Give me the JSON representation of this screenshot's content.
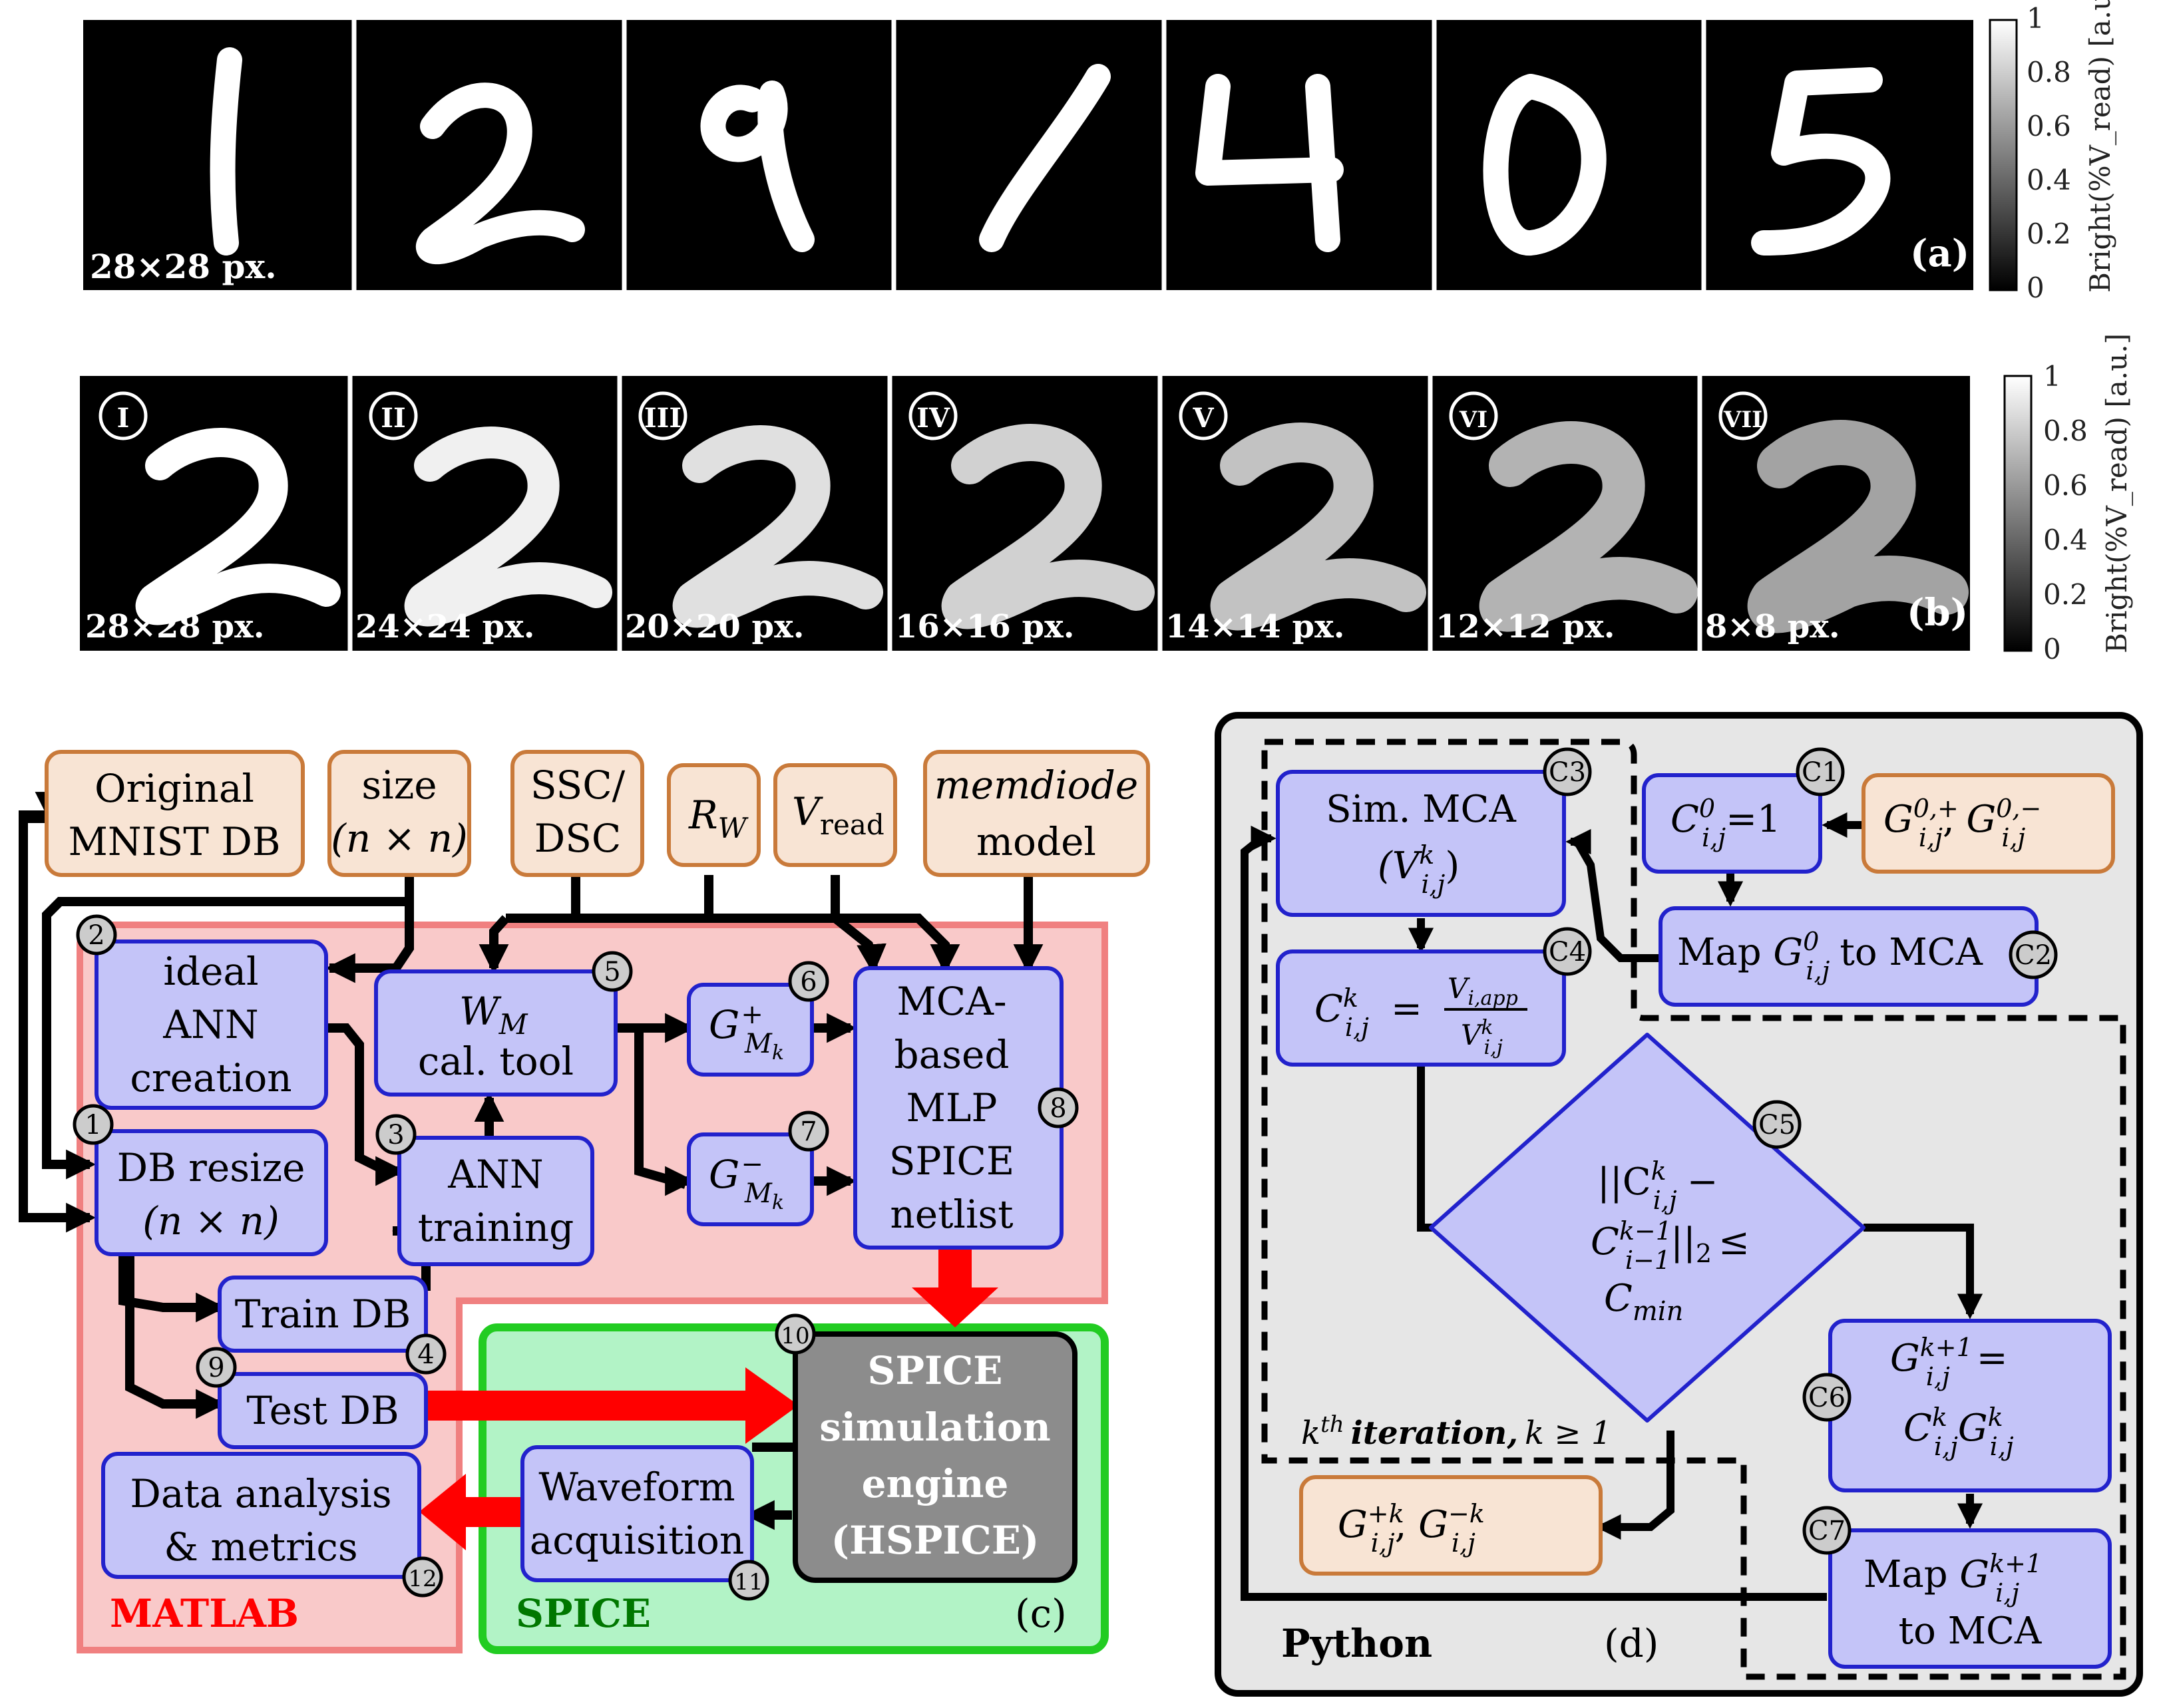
{
  "panel_a": {
    "size_label": "28×28 px.",
    "panel_label": "(a)",
    "colorbar": {
      "ticks": [
        "0",
        "0.2",
        "0.4",
        "0.6",
        "0.8",
        "1"
      ],
      "label": "Bright(%V_read) [a.u.]"
    }
  },
  "panel_b": {
    "romans": [
      "I",
      "II",
      "III",
      "IV",
      "V",
      "VI",
      "VII"
    ],
    "sizes": [
      "28×28 px.",
      "24×24 px.",
      "20×20 px.",
      "16×16 px.",
      "14×14 px.",
      "12×12 px.",
      "8×8 px."
    ],
    "panel_label": "(b)",
    "colorbar": {
      "ticks": [
        "0",
        "0.2",
        "0.4",
        "0.6",
        "0.8",
        "1"
      ],
      "label": "Bright(%V_read) [a.u.]"
    }
  },
  "panel_c": {
    "inputs": {
      "mnist": [
        "Original",
        "MNIST DB"
      ],
      "size": [
        "size",
        "(n × n)"
      ],
      "ssc": [
        "SSC/",
        "DSC"
      ],
      "rw": "R",
      "rw_sub": "W",
      "vread": "V",
      "vread_sub": "read",
      "memdiode": [
        "memdiode",
        "model"
      ]
    },
    "blocks": {
      "ideal": [
        "ideal",
        "ANN",
        "creation"
      ],
      "resize": [
        "DB resize",
        "(n × n)"
      ],
      "training": [
        "ANN",
        "training"
      ],
      "wm": "W",
      "wm_sub": "M",
      "wm_tool": "cal.  tool",
      "g": "G",
      "g_sub": "M",
      "g_subsub": "k",
      "mca": [
        "MCA-",
        "based",
        "MLP",
        "SPICE",
        "netlist"
      ],
      "train_db": "Train DB",
      "test_db": "Test DB",
      "spice": [
        "SPICE",
        "simulation",
        "engine",
        "(HSPICE)"
      ],
      "waveform": [
        "Waveform",
        "acquisition"
      ],
      "analysis": [
        "Data analysis",
        "& metrics"
      ]
    },
    "badges": [
      "1",
      "2",
      "3",
      "4",
      "5",
      "6",
      "7",
      "8",
      "9",
      "10",
      "11",
      "12"
    ],
    "region_labels": {
      "matlab": "MATLAB",
      "spice": "SPICE"
    },
    "panel_label": "(c)",
    "colors": {
      "input_fill": "#f8e4d4",
      "input_stroke": "#c97a3a",
      "block_fill": "#c4c4f8",
      "block_stroke": "#2222cc",
      "matlab_fill": "#f9c9c9",
      "matlab_stroke": "#f08080",
      "spice_fill": "#b2f3c6",
      "spice_stroke": "#22cc22",
      "arrow_red": "#ff0000"
    }
  },
  "panel_d": {
    "blocks": {
      "sim_mca": "Sim. MCA",
      "c1": "=1",
      "g0": ", ",
      "map_g0": "Map",
      "map_g0_tail": "to MCA",
      "ck_eq": "=",
      "cond": [
        "||C",
        "−",
        "C",
        "||",
        "≤",
        "C"
      ],
      "cmin_sub": "min",
      "gk1_eq": "=",
      "map_gk1": [
        "Map",
        "to MCA"
      ],
      "out": ", "
    },
    "badges": [
      "C1",
      "C2",
      "C3",
      "C4",
      "C5",
      "C6",
      "C7"
    ],
    "iteration_label": "iteration,",
    "iteration_tail": "k ≥ 1",
    "python_label": "Python",
    "panel_label": "(d)",
    "colors": {
      "bg": "#e6e6e6",
      "block_fill": "#c4c4f8",
      "block_stroke": "#2222cc"
    }
  }
}
